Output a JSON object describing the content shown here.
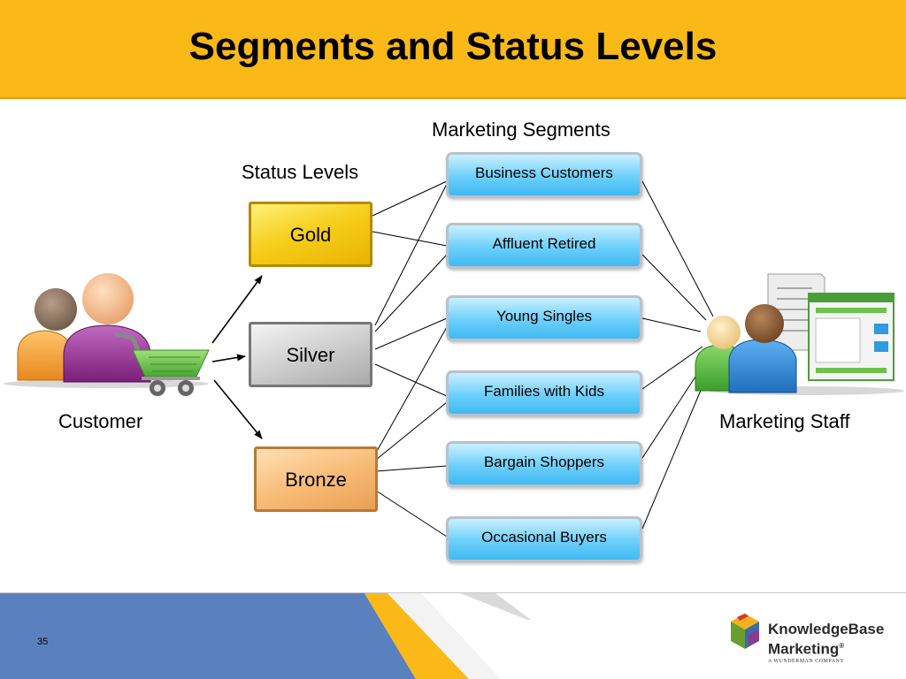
{
  "title": "Segments and Status Levels",
  "labels": {
    "marketing_segments": "Marketing Segments",
    "status_levels": "Status Levels",
    "customer": "Customer",
    "marketing_staff": "Marketing Staff"
  },
  "status_levels": [
    "Gold",
    "Silver",
    "Bronze"
  ],
  "segments": [
    "Business Customers",
    "Affluent Retired",
    "Young Singles",
    "Families with Kids",
    "Bargain Shoppers",
    "Occasional Buyers"
  ],
  "footer": {
    "page_number": "35",
    "brand_line1": "KnowledgeBase",
    "brand_line2": "Marketing",
    "brand_mark": "®",
    "brand_tagline": "A WUNDERMAN COMPANY"
  },
  "colors": {
    "header": "#FBB917",
    "gold": "#F7CF1C",
    "silver": "#CFCFCF",
    "bronze": "#F8BD78",
    "segment": "#6CCFFB",
    "bottom_blue": "#5B80BE"
  }
}
